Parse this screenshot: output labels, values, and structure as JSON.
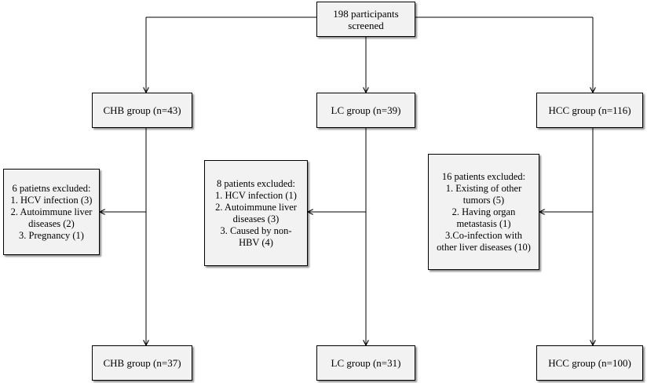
{
  "nodes": {
    "screened": [
      "198 participants",
      "screened"
    ],
    "chb_initial": "CHB group (n=43)",
    "lc_initial": "LC group (n=39)",
    "hcc_initial": "HCC group (n=116)",
    "chb_excluded": [
      "6 patietns excluded:",
      "1. HCV infection (3)",
      "2. Autoimmune liver",
      "diseases (2)",
      "3. Pregnancy (1)"
    ],
    "lc_excluded": [
      "8 patients excluded:",
      "1. HCV infection (1)",
      "2. Autoimmune liver",
      "diseases (3)",
      "3. Caused by non-",
      "HBV (4)"
    ],
    "hcc_excluded": [
      "16 patients excluded:",
      "1. Existing of other",
      "tumors (5)",
      "2. Having organ",
      "metastasis (1)",
      "3.Co-infection with",
      "other liver diseases (10)"
    ],
    "chb_final": "CHB group (n=37)",
    "lc_final": "LC group (n=31)",
    "hcc_final": "HCC group (n=100)"
  },
  "colors": {
    "box_fill": "#f2f2f2",
    "stroke": "#000000"
  }
}
